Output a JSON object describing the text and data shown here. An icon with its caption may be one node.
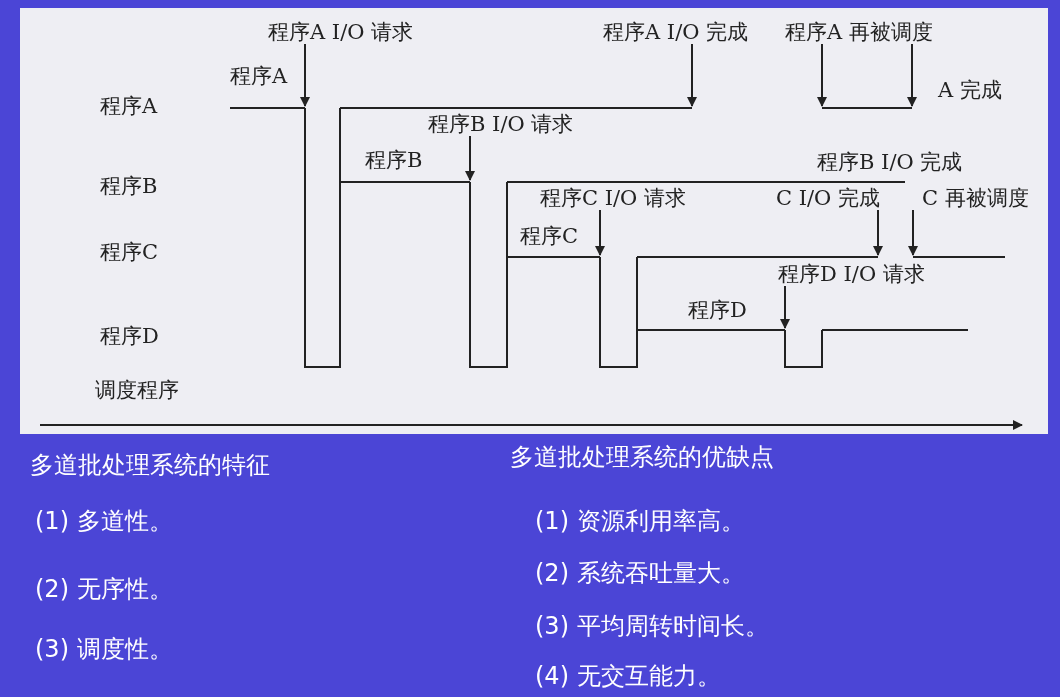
{
  "diagram": {
    "nodes": [
      {
        "text": [
          "程序A I/O 请求"
        ]
      },
      {
        "text": [
          "程序A I/O 完成"
        ]
      },
      {
        "text": [
          "程序A 再被调度"
        ]
      },
      {
        "text": [
          "程序B I/O 请求"
        ]
      },
      {
        "text": [
          "程序C I/O 请求"
        ]
      },
      {
        "text": [
          "C I/O 完成"
        ]
      },
      {
        "text": [
          "C 再被调度"
        ]
      },
      {
        "text": [
          "程序D I/O 请求"
        ]
      },
      {
        "text": [],
        "shape": "line"
      },
      {
        "text": [],
        "shape": "line"
      },
      {
        "text": [],
        "shape": "line"
      },
      {
        "text": [],
        "shape": "line"
      },
      {
        "text": [],
        "shape": "line"
      },
      {
        "text": [],
        "shape": "line"
      },
      {
        "text": [],
        "shape": "line"
      },
      {
        "text": [],
        "shape": "line"
      },
      {
        "text": [],
        "shape": "line"
      },
      {
        "text": [],
        "shape": "line"
      }
    ],
    "edges": [
      {
        "from": 0,
        "to": 8,
        "arrow": "to"
      },
      {
        "from": 1,
        "to": 9,
        "arrow": "to"
      },
      {
        "from": 2,
        "to": 10,
        "arrow": "to"
      },
      {
        "from": 2,
        "to": 10,
        "arrow": "to"
      },
      {
        "from": 3,
        "to": 11,
        "arrow": "to"
      },
      {
        "from": 4,
        "to": 13,
        "arrow": "to"
      },
      {
        "from": 5,
        "to": 14,
        "arrow": "to"
      },
      {
        "from": 6,
        "to": 15,
        "arrow": "to"
      },
      {
        "from": 7,
        "to": 16,
        "arrow": "to"
      }
    ],
    "labels": [
      "程序A",
      "程序A",
      "A 完成",
      "程序B",
      "程序B",
      "程序B I/O 完成",
      "程序C",
      "程序C",
      "程序D",
      "程序D",
      "调度程序",
      "多道批处理系统的特征",
      "(1) 多道性。",
      "(2) 无序性。",
      "(3) 调度性。",
      "多道批处理系统的优缺点",
      "(1) 资源利用率高。",
      "(2) 系统吞吐量大。",
      "(3) 平均周转时间长。",
      "(4) 无交互能力。"
    ]
  }
}
